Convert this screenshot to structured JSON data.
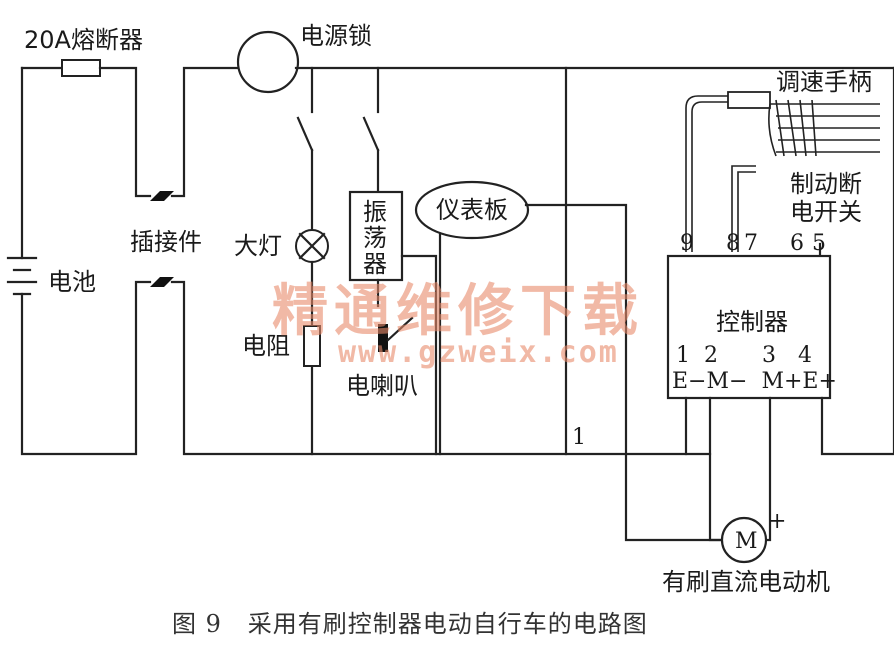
{
  "labels": {
    "fuse": "20A熔断器",
    "power_lock": "电源锁",
    "connector": "插接件",
    "battery": "电池",
    "headlight": "大灯",
    "oscillator": "振荡器",
    "dashboard": "仪表板",
    "resistor": "电阻",
    "horn": "电喇叭",
    "throttle": "调速手柄",
    "brake_cutoff_line1": "制动断",
    "brake_cutoff_line2": "电开关",
    "controller": "控制器",
    "motor_symbol": "M",
    "motor_plus": "+",
    "motor": "有刷直流电动机"
  },
  "controller_pins_top": [
    "9",
    "8",
    "7",
    "6",
    "5"
  ],
  "controller_pins_bottom_nums": [
    "1",
    "2",
    "3",
    "4"
  ],
  "controller_pins_bottom_names": "E−M−  M+E+",
  "wire_label_1": "1",
  "watermark": {
    "text": "精通维修下载",
    "url": "www.gzweix.com"
  },
  "caption": "图 9   采用有刷控制器电动自行车的电路图",
  "colors": {
    "line": "#222222",
    "watermark": "#e88a6a"
  }
}
